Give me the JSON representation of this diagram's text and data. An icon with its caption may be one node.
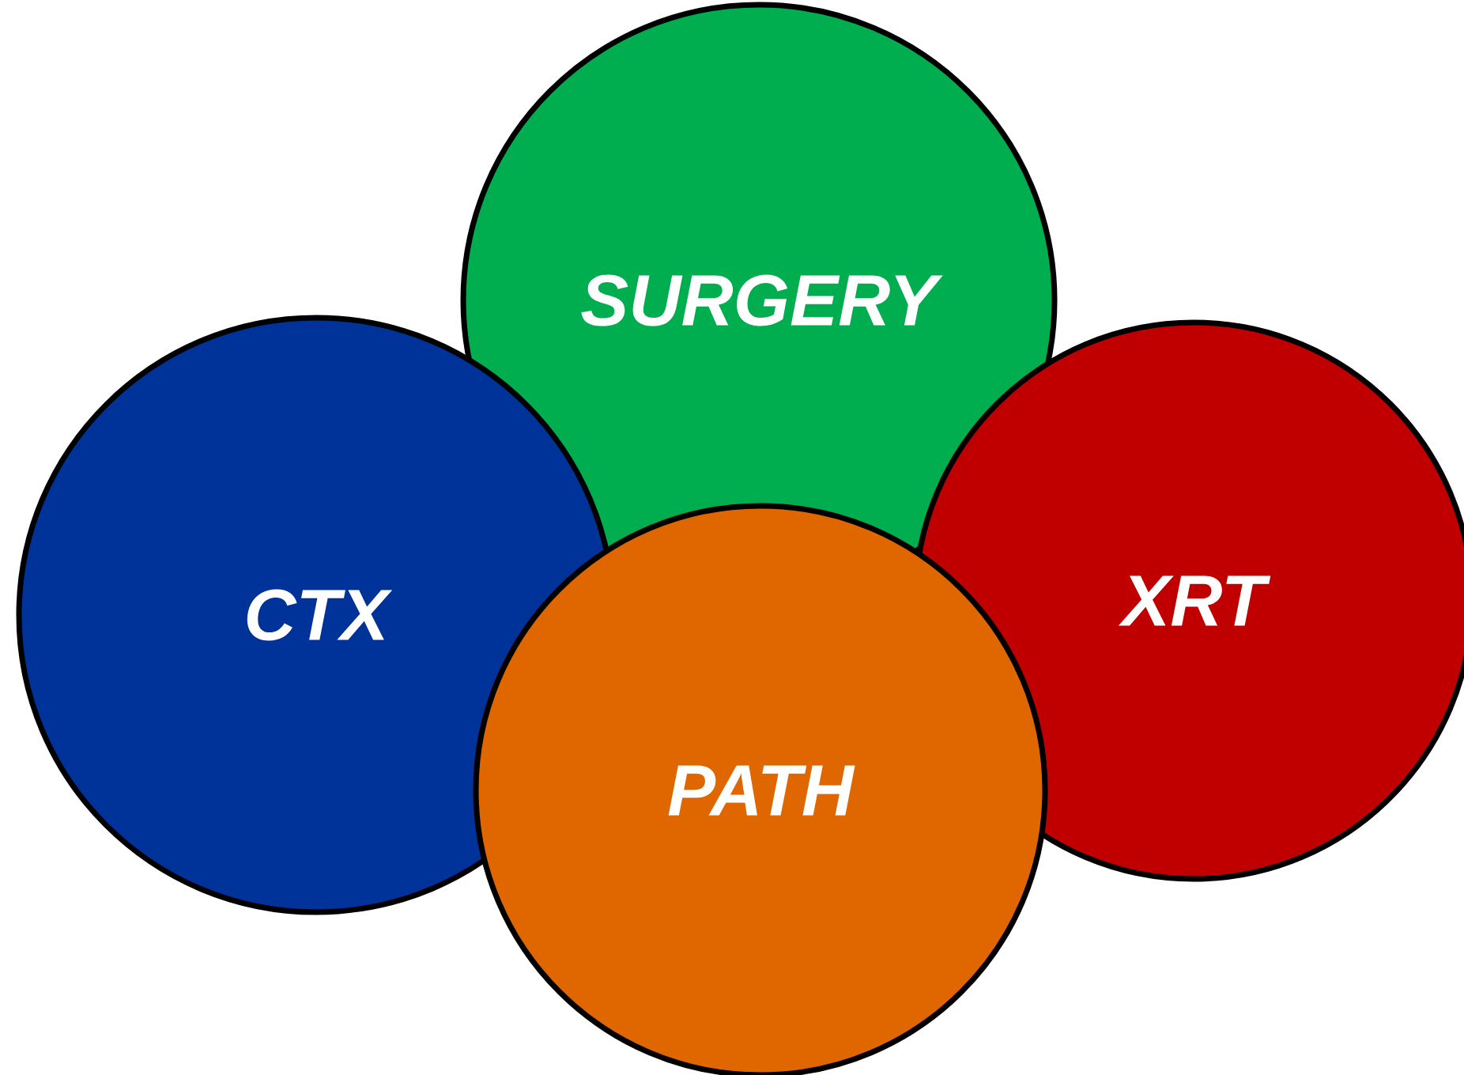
{
  "diagram": {
    "nodes": [
      {
        "text": [
          "SURGERY"
        ]
      },
      {
        "text": [
          "CTX"
        ]
      },
      {
        "text": [
          "XRT"
        ]
      },
      {
        "text": [
          "PATH"
        ]
      }
    ]
  }
}
